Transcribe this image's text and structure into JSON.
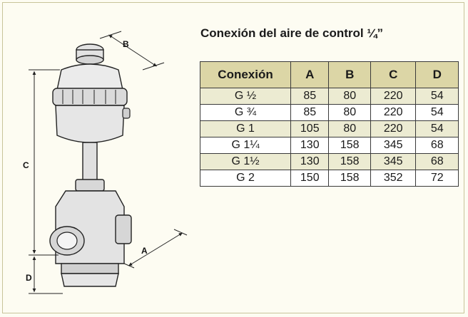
{
  "title": "Conexión del aire de control ¼”",
  "drawing": {
    "dim_labels": {
      "a": "A",
      "b": "B",
      "c": "C",
      "d": "D"
    }
  },
  "table": {
    "headers": [
      "Conexión",
      "A",
      "B",
      "C",
      "D"
    ],
    "rows": [
      [
        "G ½",
        "85",
        "80",
        "220",
        "54"
      ],
      [
        "G ¾",
        "85",
        "80",
        "220",
        "54"
      ],
      [
        "G 1",
        "105",
        "80",
        "220",
        "54"
      ],
      [
        "G 1¼",
        "130",
        "158",
        "345",
        "68"
      ],
      [
        "G 1½",
        "130",
        "158",
        "345",
        "68"
      ],
      [
        "G 2",
        "150",
        "158",
        "352",
        "72"
      ]
    ]
  }
}
